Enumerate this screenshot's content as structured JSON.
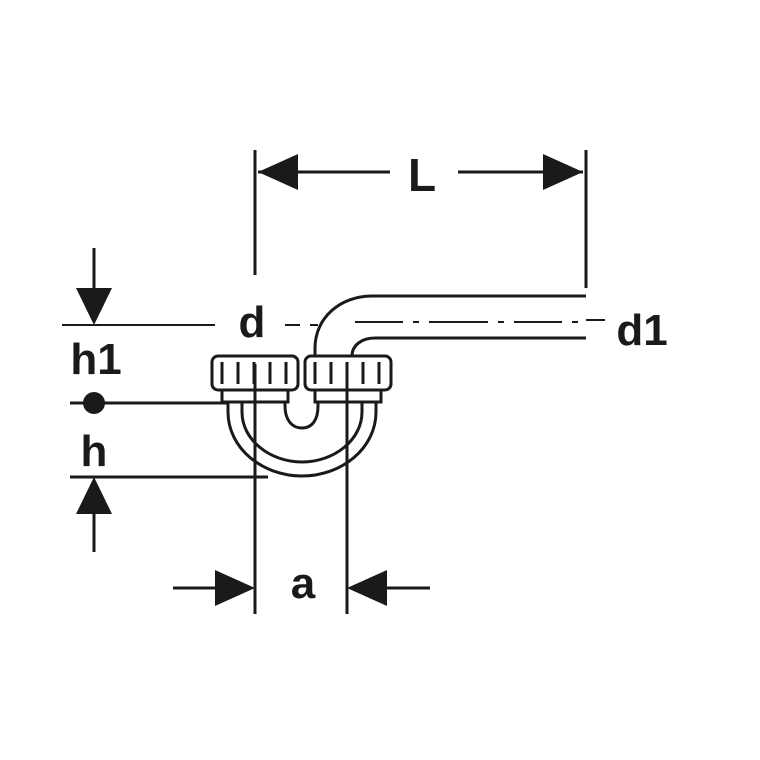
{
  "labels": {
    "length": "L",
    "inlet_diameter": "d",
    "outlet_diameter": "d1",
    "height_upper": "h1",
    "height_lower": "h",
    "spacing": "a"
  },
  "colors": {
    "stroke": "#1a1a1a",
    "background": "#ffffff"
  }
}
